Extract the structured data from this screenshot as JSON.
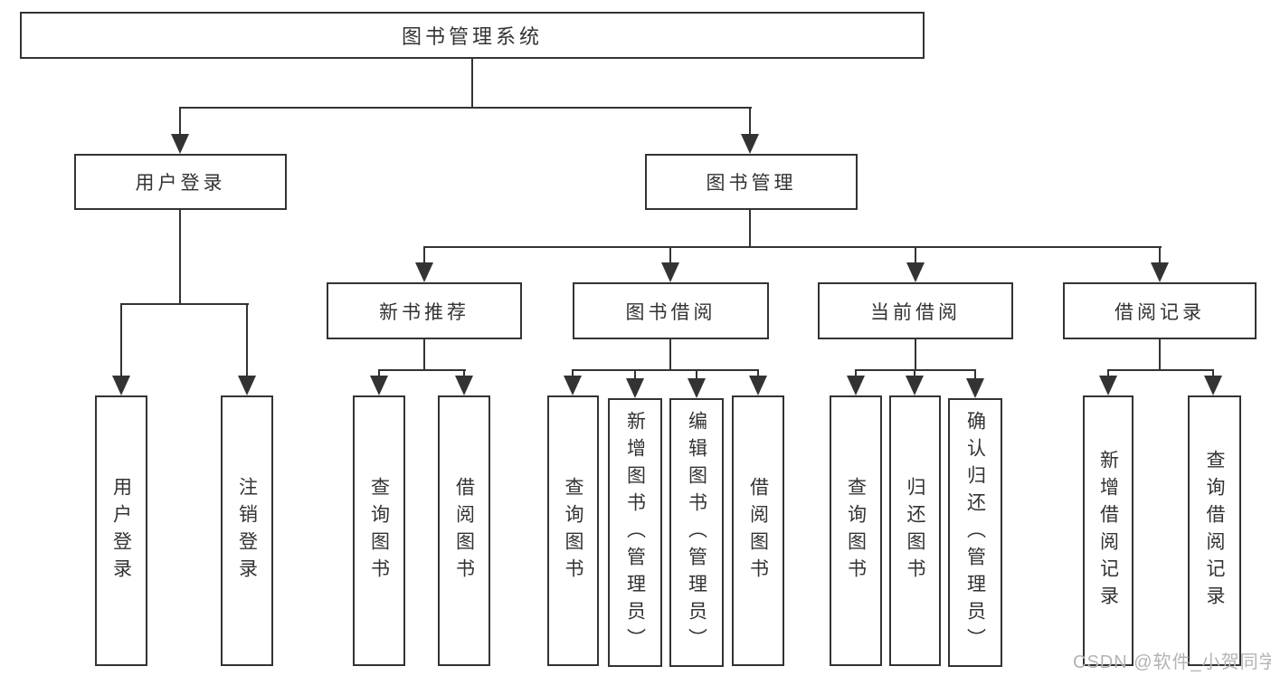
{
  "nodes": {
    "root": {
      "label": "图书管理系统"
    },
    "user_login": {
      "label": "用户登录"
    },
    "book_mgmt": {
      "label": "图书管理"
    },
    "new_book_rec": {
      "label": "新书推荐"
    },
    "book_borrow": {
      "label": "图书借阅"
    },
    "current_borrow": {
      "label": "当前借阅"
    },
    "borrow_records": {
      "label": "借阅记录"
    },
    "leaf_user_login": {
      "label": "用户登录"
    },
    "leaf_logout": {
      "label": "注销登录"
    },
    "leaf_nb_query_books": {
      "label": "查询图书"
    },
    "leaf_nb_borrow_books": {
      "label": "借阅图书"
    },
    "leaf_bb_query_books": {
      "label": "查询图书"
    },
    "leaf_bb_add_books": {
      "label": "新增图书（管理员）"
    },
    "leaf_bb_edit_books": {
      "label": "编辑图书（管理员）"
    },
    "leaf_bb_borrow_books": {
      "label": "借阅图书"
    },
    "leaf_cb_query_books": {
      "label": "查询图书"
    },
    "leaf_cb_return_books": {
      "label": "归还图书"
    },
    "leaf_cb_confirm_return": {
      "label": "确认归还（管理员）"
    },
    "leaf_br_add_record": {
      "label": "新增借阅记录"
    },
    "leaf_br_query_record": {
      "label": "查询借阅记录"
    }
  },
  "hierarchy": {
    "图书管理系统": [
      "用户登录",
      "图书管理"
    ],
    "用户登录": [
      "用户登录",
      "注销登录"
    ],
    "图书管理": [
      "新书推荐",
      "图书借阅",
      "当前借阅",
      "借阅记录"
    ],
    "新书推荐": [
      "查询图书",
      "借阅图书"
    ],
    "图书借阅": [
      "查询图书",
      "新增图书（管理员）",
      "编辑图书（管理员）",
      "借阅图书"
    ],
    "当前借阅": [
      "查询图书",
      "归还图书",
      "确认归还（管理员）"
    ],
    "借阅记录": [
      "新增借阅记录",
      "查询借阅记录"
    ]
  },
  "watermark": "CSDN @软件_小贺同学",
  "colors": {
    "line": "#333333",
    "text": "#333333",
    "watermark": "#b3b3b3",
    "background": "#ffffff"
  }
}
